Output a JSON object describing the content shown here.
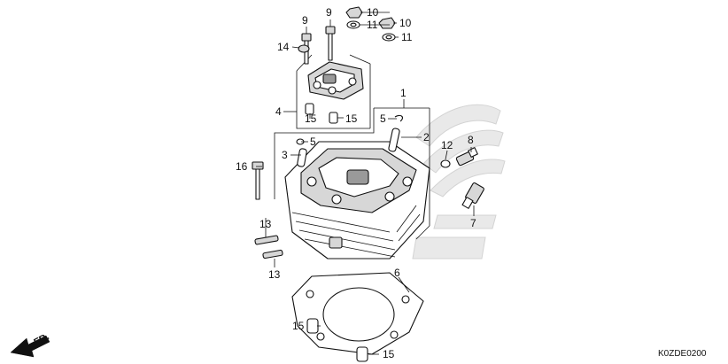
{
  "diagram_code": "K0ZDE0200",
  "direction_label": "FR.",
  "callouts": [
    {
      "id": "c1",
      "text": "1"
    },
    {
      "id": "c2",
      "text": "2"
    },
    {
      "id": "c3",
      "text": "3"
    },
    {
      "id": "c4",
      "text": "4"
    },
    {
      "id": "c5a",
      "text": "5"
    },
    {
      "id": "c5b",
      "text": "5"
    },
    {
      "id": "c6",
      "text": "6"
    },
    {
      "id": "c7",
      "text": "7"
    },
    {
      "id": "c8",
      "text": "8"
    },
    {
      "id": "c9a",
      "text": "9"
    },
    {
      "id": "c9b",
      "text": "9"
    },
    {
      "id": "c10a",
      "text": "10"
    },
    {
      "id": "c10b",
      "text": "10"
    },
    {
      "id": "c11a",
      "text": "11"
    },
    {
      "id": "c11b",
      "text": "11"
    },
    {
      "id": "c12",
      "text": "12"
    },
    {
      "id": "c13a",
      "text": "13"
    },
    {
      "id": "c13b",
      "text": "13"
    },
    {
      "id": "c14",
      "text": "14"
    },
    {
      "id": "c15a",
      "text": "15"
    },
    {
      "id": "c15b",
      "text": "15"
    },
    {
      "id": "c15c",
      "text": "15"
    },
    {
      "id": "c15d",
      "text": "15"
    },
    {
      "id": "c16",
      "text": "16"
    }
  ],
  "colors": {
    "line": "#111111",
    "watermark": "#e7e7e7"
  }
}
